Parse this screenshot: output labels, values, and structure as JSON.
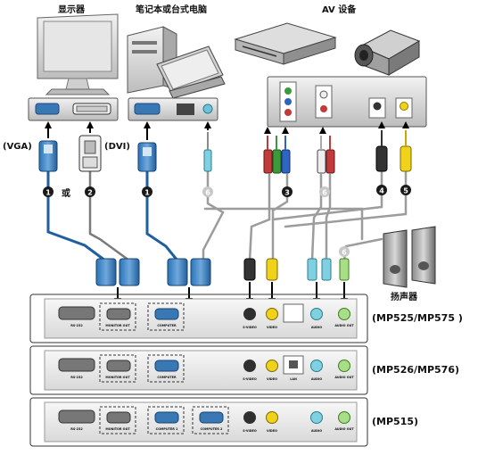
{
  "devices": {
    "monitor": "显示器",
    "computer": "笔记本或台式电脑",
    "av": "AV 设备",
    "speakers": "扬声器"
  },
  "connectors": {
    "vga": "(VGA)",
    "dvi": "(DVI)",
    "or": "或"
  },
  "callouts": [
    "1",
    "2",
    "1",
    "6",
    "3",
    "6",
    "4",
    "5",
    "6"
  ],
  "ports": {
    "rs232": "RS-232",
    "monitor_out": "MONITOR OUT",
    "computer": "COMPUTER",
    "computer_1": "COMPUTER 1",
    "computer_2": "COMPUTER 2",
    "s_video": "S-VIDEO",
    "video": "VIDEO",
    "lan": "LAN",
    "audio": "AUDIO",
    "audio_out": "AUDIO OUT"
  },
  "models": {
    "panel1": "(MP525/MP575 )",
    "panel2": "(MP526/MP576)",
    "panel3": "(MP515)"
  },
  "colors": {
    "cable": "#9c9c9c",
    "vga_blue": "#1f6fb8",
    "callout": "#1a1a1a",
    "arrow": "#000000"
  }
}
